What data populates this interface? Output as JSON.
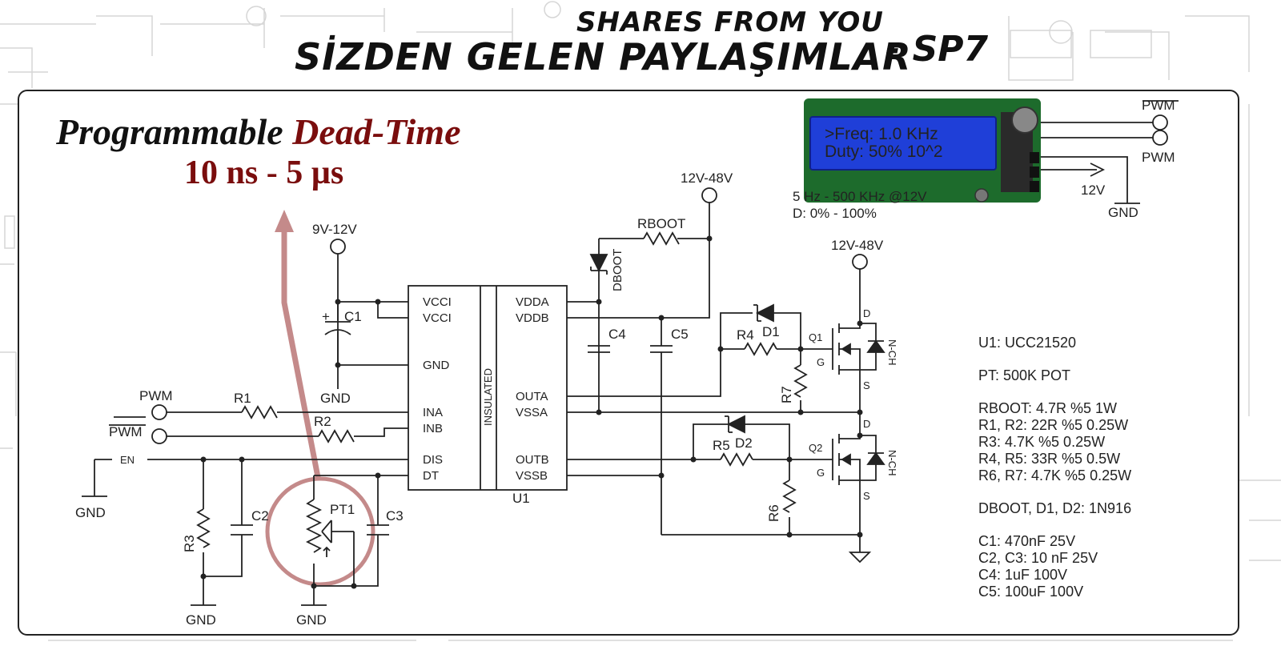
{
  "header": {
    "title_en": "SHARES FROM YOU",
    "title_tr": "SİZDEN GELEN PAYLAŞIMLAR",
    "series_code": "- SP7"
  },
  "headline": {
    "prefix": "Programmable",
    "highlight": "Dead-Time",
    "range": "10 ns - 5 µs"
  },
  "display": {
    "line1": ">Freq: 1.0 KHz",
    "line2": " Duty: 50%  10^2",
    "spec_freq": "5 Hz - 500 KHz @12V",
    "spec_duty": "D: 0% - 100%"
  },
  "connector": {
    "pwm_bar": "PWM",
    "pwm": "PWM",
    "v12": "12V",
    "gnd": "GND"
  },
  "supplies": {
    "driver": "9V-12V",
    "high_side_boot": "12V-48V",
    "bus": "12V-48V"
  },
  "ic": {
    "ref": "U1",
    "barrier": "INSULATED",
    "left_pins": [
      "VCCI",
      "VCCI",
      "GND",
      "INA",
      "INB",
      "DIS",
      "DT"
    ],
    "right_pins": [
      "VDDA",
      "VDDB",
      "OUTA",
      "VSSA",
      "OUTB",
      "VSSB"
    ]
  },
  "labels": {
    "pwm_in": "PWM",
    "pwm_bar_in": "PWM",
    "en": "EN",
    "gnd": "GND",
    "c1": "C1",
    "c2": "C2",
    "c3": "C3",
    "c4": "C4",
    "c5": "C5",
    "r1": "R1",
    "r2": "R2",
    "r3": "R3",
    "r4": "R4",
    "r5": "R5",
    "r6": "R6",
    "r7": "R7",
    "pt1": "PT1",
    "rboot": "RBOOT",
    "dboot": "DBOOT",
    "d1": "D1",
    "d2": "D2",
    "q1": "Q1",
    "q2": "Q2",
    "drain": "D",
    "gate": "G",
    "source": "S",
    "nch": "N-CH",
    "plus": "+"
  },
  "bom": {
    "u1": "U1: UCC21520",
    "pt": "PT: 500K POT",
    "rboot": "RBOOT: 4.7R %5 1W",
    "r1r2": "R1, R2: 22R %5 0.25W",
    "r3": "R3: 4.7K %5 0.25W",
    "r4r5": "R4, R5: 33R %5 0.5W",
    "r6r7": "R6, R7: 4.7K %5 0.25W",
    "diodes": "DBOOT, D1, D2: 1N916",
    "c1": "C1: 470nF 25V",
    "c2c3": "C2, C3: 10 nF 25V",
    "c4": "C4: 1uF 100V",
    "c5": "C5: 100uF 100V"
  },
  "colors": {
    "ink": "#222222",
    "accent": "#7a0d0d",
    "highlight_ring": "#c48a8a",
    "lcd_blue": "#1f3fd8",
    "lcd_pcb": "#1d6b2c"
  }
}
